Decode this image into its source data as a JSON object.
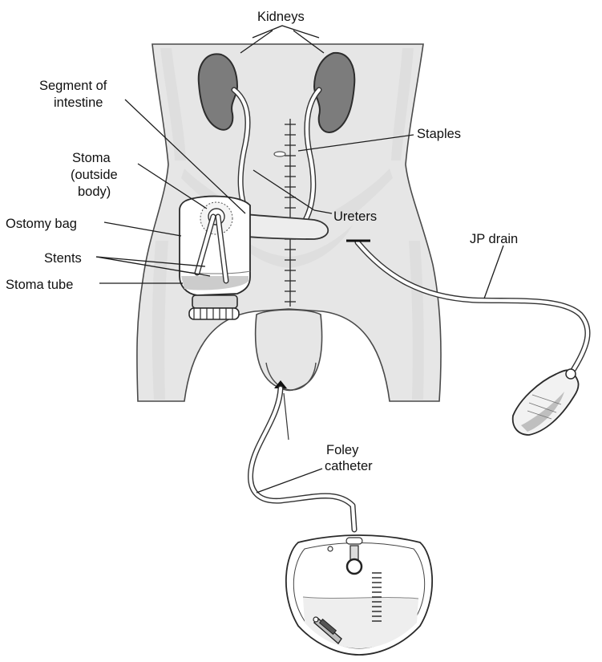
{
  "labels": {
    "kidneys": "Kidneys",
    "segment_of_intestine_line1": "Segment of",
    "segment_of_intestine_line2": "intestine",
    "stoma_line1": "Stoma",
    "stoma_line2": "(outside",
    "stoma_line3": "body)",
    "staples": "Staples",
    "ureters": "Ureters",
    "ostomy_bag": "Ostomy bag",
    "stents": "Stents",
    "stoma_tube": "Stoma tube",
    "jp_drain": "JP drain",
    "foley_catheter_line1": "Foley",
    "foley_catheter_line2": "catheter"
  }
}
